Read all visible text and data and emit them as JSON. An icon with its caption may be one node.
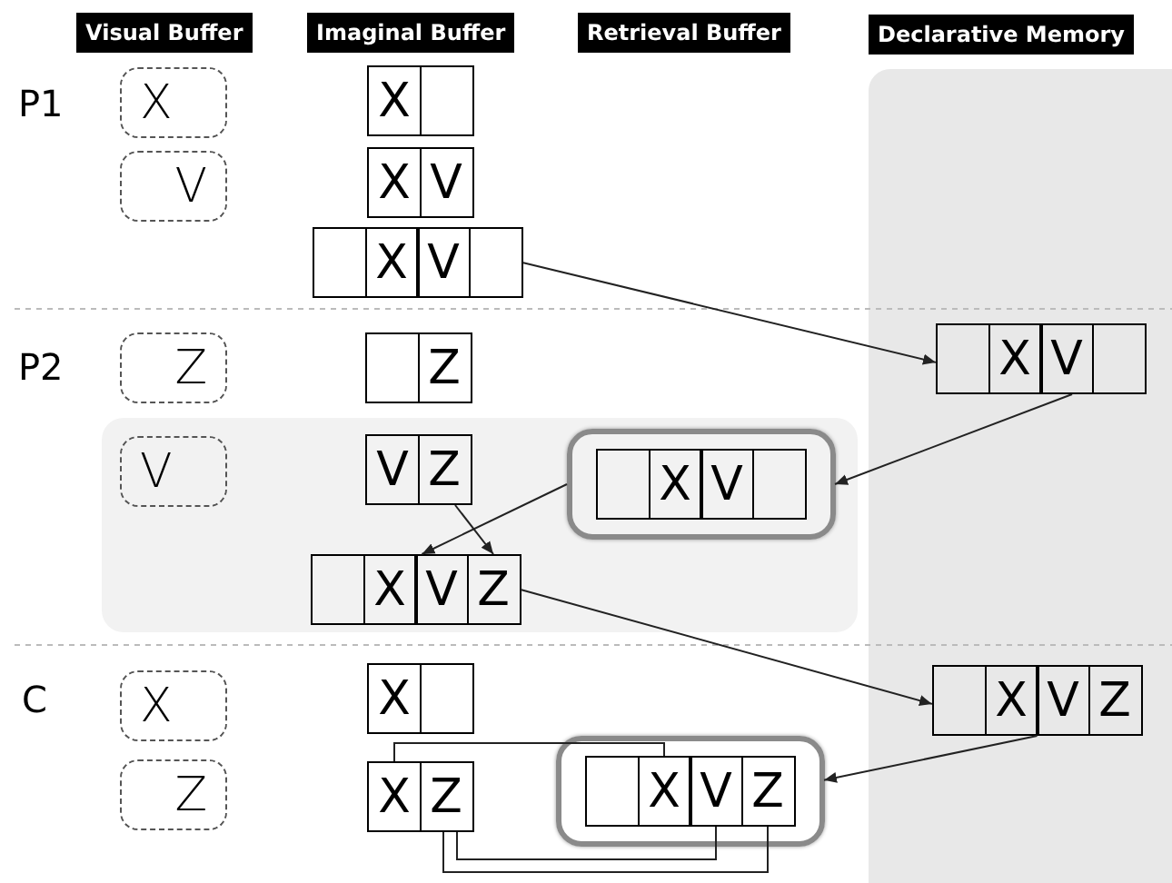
{
  "diagram": {
    "nodes": [
      {
        "text": [
          "Visual Buffer"
        ]
      },
      {
        "text": [
          "Imaginal Buffer"
        ]
      },
      {
        "text": [
          "Retrieval Buffer"
        ]
      },
      {
        "text": [
          "Declarative Memory"
        ]
      },
      {
        "text": [
          "X"
        ]
      },
      {
        "text": [],
        "shape": "box"
      },
      {
        "text": [
          "X"
        ],
        "in": 5
      },
      {
        "text": [],
        "shape": "box",
        "in": 5
      },
      {
        "text": [
          "V"
        ]
      },
      {
        "text": [],
        "shape": "box"
      },
      {
        "text": [
          "X"
        ],
        "in": 9
      },
      {
        "text": [
          "V"
        ],
        "in": 9
      },
      {
        "text": [],
        "shape": "box"
      },
      {
        "text": [],
        "shape": "box",
        "in": 12
      },
      {
        "text": [
          "X"
        ],
        "in": 12
      },
      {
        "text": [
          "V"
        ],
        "in": 12
      },
      {
        "text": [],
        "shape": "box",
        "in": 12
      },
      {
        "text": [],
        "shape": "box",
        "in": 3
      },
      {
        "text": [],
        "shape": "box",
        "in": 17
      },
      {
        "text": [
          "X"
        ],
        "in": 17
      },
      {
        "text": [
          "V"
        ],
        "in": 17
      },
      {
        "text": [],
        "shape": "box",
        "in": 17
      },
      {
        "text": [
          "Z"
        ]
      },
      {
        "text": [],
        "shape": "box"
      },
      {
        "text": [],
        "shape": "box",
        "in": 23
      },
      {
        "text": [
          "Z"
        ],
        "in": 23
      },
      {
        "text": [],
        "shape": "box"
      },
      {
        "text": [
          "V"
        ],
        "in": 26
      },
      {
        "text": [],
        "shape": "box",
        "in": 26
      },
      {
        "text": [
          "V"
        ],
        "in": 28
      },
      {
        "text": [
          "Z"
        ],
        "in": 28
      },
      {
        "text": [],
        "shape": "box",
        "in": 26
      },
      {
        "text": [],
        "shape": "box",
        "in": 31
      },
      {
        "text": [
          "X"
        ],
        "in": 31
      },
      {
        "text": [
          "V"
        ],
        "in": 31
      },
      {
        "text": [],
        "shape": "box",
        "in": 31
      },
      {
        "text": [],
        "shape": "box",
        "in": 26
      },
      {
        "text": [],
        "shape": "box",
        "in": 36
      },
      {
        "text": [
          "X"
        ],
        "in": 36
      },
      {
        "text": [
          "V"
        ],
        "in": 36
      },
      {
        "text": [
          "Z"
        ],
        "in": 36
      },
      {
        "text": [],
        "shape": "box",
        "in": 3
      },
      {
        "text": [],
        "shape": "box",
        "in": 41
      },
      {
        "text": [
          "X"
        ],
        "in": 41
      },
      {
        "text": [
          "V"
        ],
        "in": 41
      },
      {
        "text": [
          "Z"
        ],
        "in": 41
      },
      {
        "text": [
          "X"
        ]
      },
      {
        "text": [],
        "shape": "box"
      },
      {
        "text": [
          "X"
        ],
        "in": 47
      },
      {
        "text": [],
        "shape": "box",
        "in": 47
      },
      {
        "text": [
          "Z"
        ]
      },
      {
        "text": [],
        "shape": "box"
      },
      {
        "text": [
          "X"
        ],
        "in": 51
      },
      {
        "text": [
          "Z"
        ],
        "in": 51
      },
      {
        "text": [],
        "shape": "box"
      },
      {
        "text": [],
        "shape": "box",
        "in": 54
      },
      {
        "text": [
          "X"
        ],
        "in": 54
      },
      {
        "text": [
          "V"
        ],
        "in": 54
      },
      {
        "text": [
          "Z"
        ],
        "in": 54
      }
    ],
    "edges": [
      {
        "from": 12,
        "to": 17,
        "arrow": "to"
      },
      {
        "from": 20,
        "to": 31,
        "arrow": "to"
      },
      {
        "from": 31,
        "to": 36,
        "arrow": "to"
      },
      {
        "from": 30,
        "to": 40,
        "arrow": "to"
      },
      {
        "from": 36,
        "to": 41,
        "arrow": "to"
      },
      {
        "from": 41,
        "to": 54,
        "arrow": "to"
      },
      {
        "from": 52,
        "to": 56,
        "arrow": "none"
      },
      {
        "from": 53,
        "to": 57,
        "arrow": "none"
      },
      {
        "from": 53,
        "to": 58,
        "arrow": "none"
      }
    ],
    "labels": [
      "P1",
      "P2",
      "C"
    ]
  }
}
